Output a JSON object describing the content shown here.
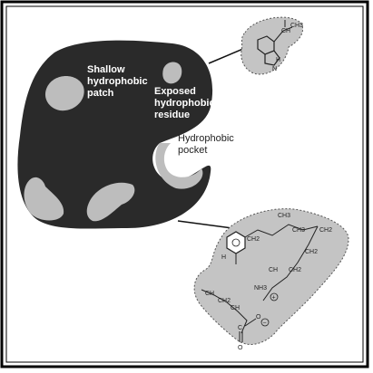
{
  "labels": {
    "shallow_patch": [
      "Shallow",
      "hydrophobic",
      "patch"
    ],
    "exposed_residue": [
      "Exposed",
      "hydrophobic",
      "residue"
    ],
    "hydrophobic_pocket": [
      "Hydrophobic",
      "pocket"
    ]
  },
  "chem_labels": {
    "ch_top": "CH",
    "ch3_top": "CH3",
    "ch3_a": "CH3",
    "ch3_b": "CH3",
    "ch2_a": "CH2",
    "ch2_b": "CH2",
    "ch2_c": "CH2",
    "ch2_d": "CH2",
    "ch2_e": "CH2",
    "ch_a": "CH",
    "ch_b": "CH",
    "ch_c": "CH",
    "nh3": "NH3",
    "plus": "+",
    "minus": "−",
    "o_a": "O",
    "o_b": "O",
    "c_carbonyl": "C",
    "h_a": "H",
    "h_b": "H",
    "n_a": "N"
  },
  "colors": {
    "frame": "#000000",
    "protein": "#2a2a2a",
    "patch": "#bdbdbd",
    "ligand": "#c4c4c4",
    "connector": "#111111"
  }
}
